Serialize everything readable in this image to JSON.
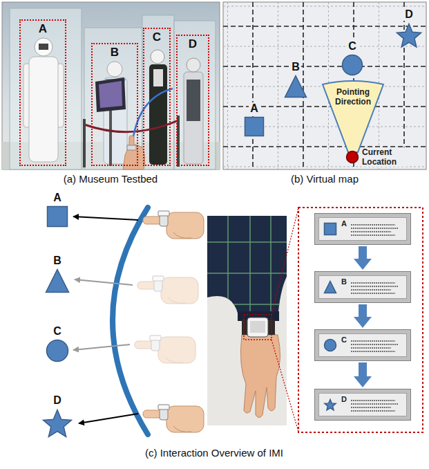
{
  "diagram": {
    "nodes": [
      {
        "text": [
          "A"
        ]
      },
      {
        "text": [
          "B"
        ]
      },
      {
        "text": [
          "C"
        ]
      },
      {
        "text": [
          "D"
        ]
      },
      {
        "text": [
          "A"
        ]
      },
      {
        "text": [
          "B"
        ]
      },
      {
        "text": [
          "C"
        ]
      },
      {
        "text": [
          "D"
        ]
      },
      {
        "text": [
          "Pointing Direction"
        ]
      },
      {
        "text": [
          "Current Location"
        ]
      },
      {
        "text": [
          "A"
        ]
      },
      {
        "text": [
          "B"
        ]
      },
      {
        "text": [
          "C"
        ]
      },
      {
        "text": [
          "D"
        ]
      },
      {
        "text": [
          "A"
        ]
      },
      {
        "text": [
          "B"
        ]
      },
      {
        "text": [
          "C"
        ]
      },
      {
        "text": [
          "D"
        ]
      }
    ],
    "edges": [
      {
        "from": 14,
        "to": 15,
        "arrow": "to"
      },
      {
        "from": 15,
        "to": 16,
        "arrow": "to"
      },
      {
        "from": 16,
        "to": 17,
        "arrow": "to"
      }
    ],
    "labels": [
      "(a) Museum Testbed",
      "(b) Virtual map",
      "(c) Interaction Overview of IMI"
    ]
  }
}
